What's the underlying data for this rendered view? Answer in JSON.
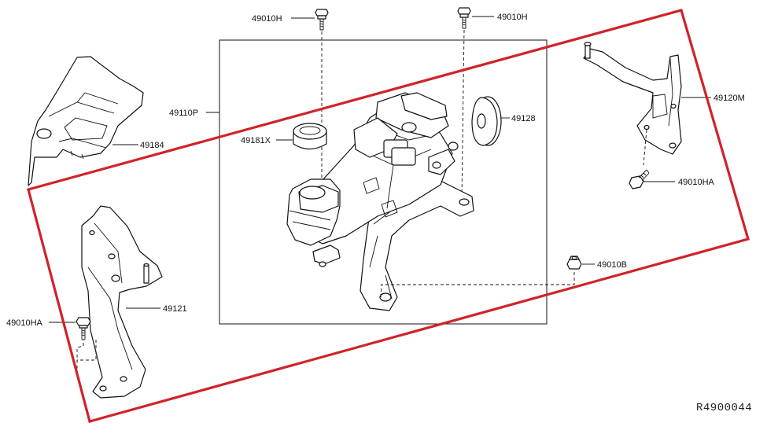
{
  "diagram": {
    "highlight_color": "#d0232a",
    "parts": {
      "bolt_top_left": "49010H",
      "bolt_top_right": "49010H",
      "assembly": "49110P",
      "cap": "49181X",
      "washer": "49128",
      "bracket_right": "49120M",
      "bolt_right": "49010HA",
      "nut": "49010B",
      "cover": "49184",
      "bracket_left": "49121",
      "bolt_left": "49010HA"
    },
    "reference_code": "R4900044"
  }
}
